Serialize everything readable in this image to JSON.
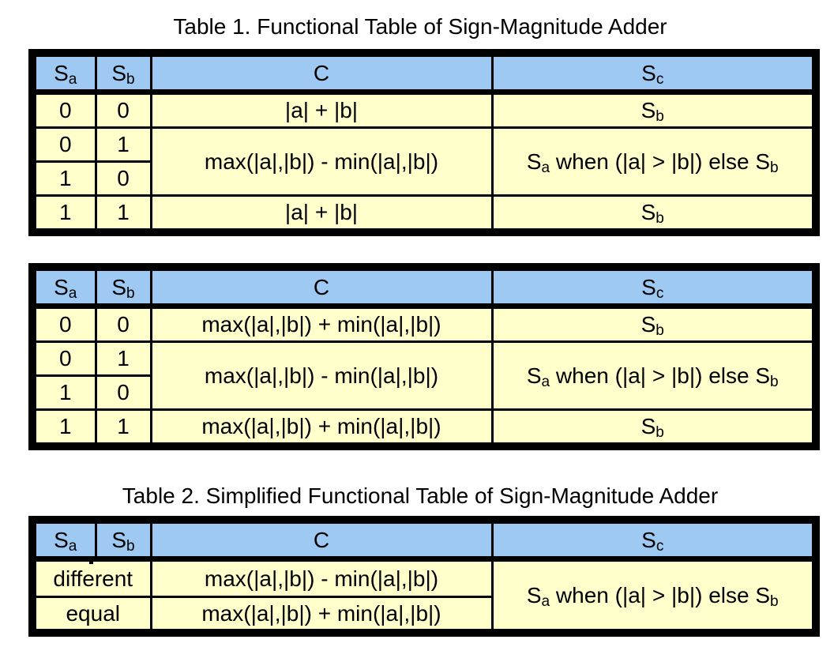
{
  "colors": {
    "background": "#ffffff",
    "header": "#9dc9f2",
    "cell": "#ffffcc",
    "border": "#000000"
  },
  "titles": {
    "table1": "Table 1. Functional Table of Sign-Magnitude Adder",
    "table2": "Table 2. Simplified Functional Table of Sign-Magnitude Adder"
  },
  "header_labels": {
    "sa": [
      {
        "t": "S"
      },
      {
        "s": "a"
      }
    ],
    "sb": [
      {
        "t": "S"
      },
      {
        "s": "b"
      }
    ],
    "c": [
      {
        "t": "C"
      }
    ],
    "sc": [
      {
        "t": "S"
      },
      {
        "s": "c"
      }
    ]
  },
  "table1": {
    "rows": [
      {
        "sa": "0",
        "sb": "0",
        "c": [
          {
            "t": "|a| + |b|"
          }
        ],
        "sc": [
          {
            "t": "S"
          },
          {
            "s": "b"
          }
        ]
      },
      {
        "sa": "0",
        "sb": "1"
      },
      {
        "sa": "1",
        "sb": "0"
      },
      {
        "sa": "1",
        "sb": "1",
        "c": [
          {
            "t": "|a| + |b|"
          }
        ],
        "sc": [
          {
            "t": "S"
          },
          {
            "s": "b"
          }
        ]
      }
    ],
    "merged": {
      "c": [
        {
          "t": "max(|a|,|b|) - min(|a|,|b|)"
        }
      ],
      "sc": [
        {
          "t": "S"
        },
        {
          "s": "a"
        },
        {
          "t": " when (|a| > |b|) else S"
        },
        {
          "s": "b"
        }
      ]
    }
  },
  "table2": {
    "rows": [
      {
        "sa": "0",
        "sb": "0",
        "c": [
          {
            "t": "max(|a|,|b|) + min(|a|,|b|)"
          }
        ],
        "sc": [
          {
            "t": "S"
          },
          {
            "s": "b"
          }
        ]
      },
      {
        "sa": "0",
        "sb": "1"
      },
      {
        "sa": "1",
        "sb": "0"
      },
      {
        "sa": "1",
        "sb": "1",
        "c": [
          {
            "t": "max(|a|,|b|) + min(|a|,|b|)"
          }
        ],
        "sc": [
          {
            "t": "S"
          },
          {
            "s": "b"
          }
        ]
      }
    ],
    "merged": {
      "c": [
        {
          "t": "max(|a|,|b|) - min(|a|,|b|)"
        }
      ],
      "sc": [
        {
          "t": "S"
        },
        {
          "s": "a"
        },
        {
          "t": " when (|a| > |b|) else S"
        },
        {
          "s": "b"
        }
      ]
    }
  },
  "table3": {
    "rows": [
      {
        "label": "different",
        "c": [
          {
            "t": "max(|a|,|b|) - min(|a|,|b|)"
          }
        ]
      },
      {
        "label": "equal",
        "c": [
          {
            "t": "max(|a|,|b|) + min(|a|,|b|)"
          }
        ]
      }
    ],
    "merged_sc": [
      {
        "t": "S"
      },
      {
        "s": "a"
      },
      {
        "t": " when (|a| > |b|) else S"
      },
      {
        "s": "b"
      }
    ]
  }
}
